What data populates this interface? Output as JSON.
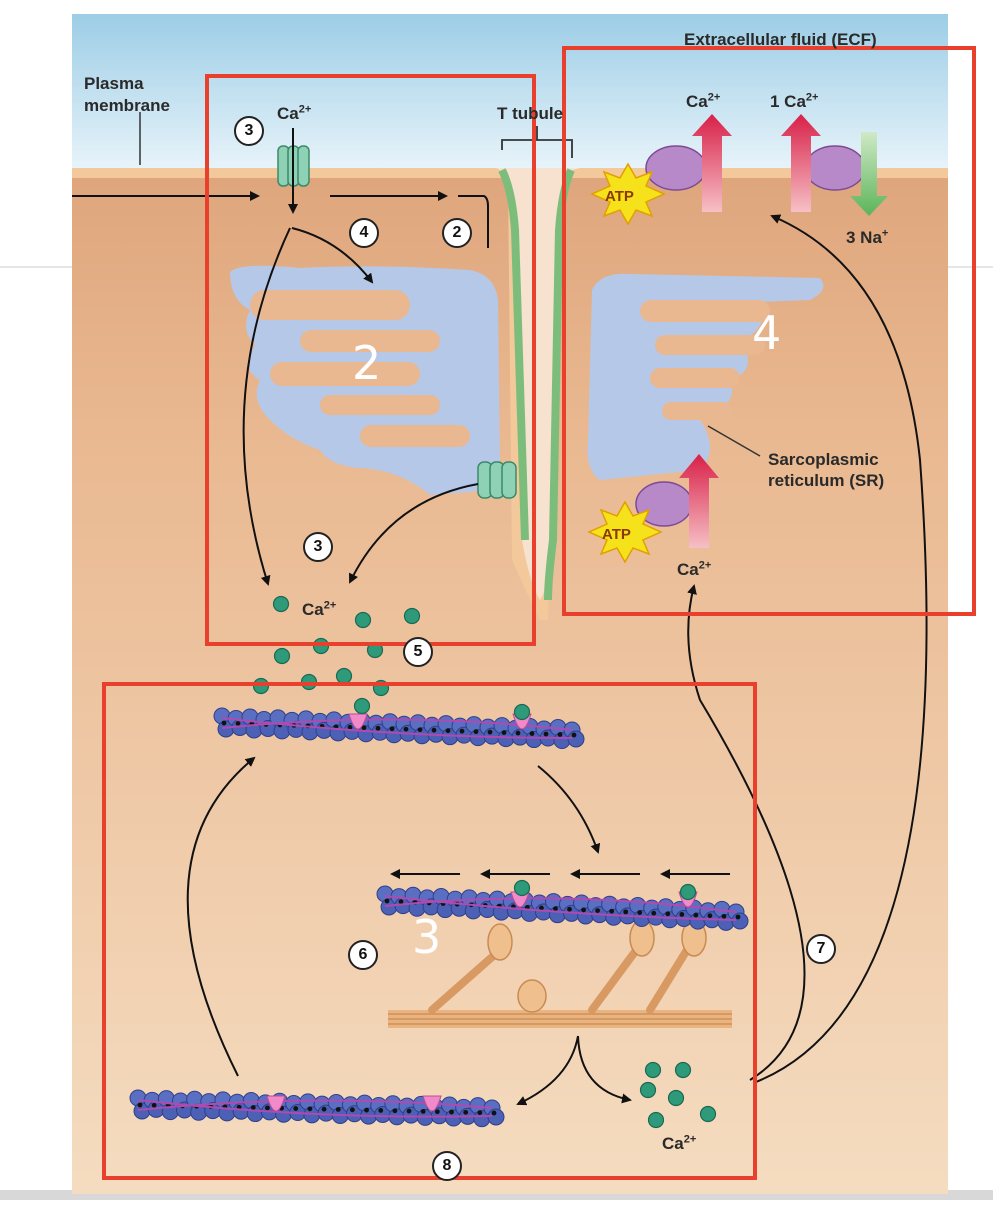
{
  "labels": {
    "ecf": "Extracellular fluid (ECF)",
    "plasma_membrane_1": "Plasma",
    "plasma_membrane_2": "membrane",
    "t_tubule": "T tubule",
    "ca_ion": "Ca",
    "ca_charge": "2+",
    "one_ca": "1 Ca",
    "three_na": "3 Na",
    "na_charge": "+",
    "atp": "ATP",
    "sr_1": "Sarcoplasmic",
    "sr_2": "reticulum (SR)"
  },
  "step_numbers": [
    "3",
    "4",
    "2",
    "3",
    "5",
    "6",
    "7",
    "8"
  ],
  "handwritten": {
    "a": "2",
    "b": "4",
    "c": "3"
  },
  "colors": {
    "ecf_blue": "#d8ecf7",
    "cytoplasm": "#e9b98f",
    "sr_blue": "#b3c6e6",
    "t_tubule_green": "#8cc98a",
    "highlight_box": "#e8402c",
    "calcium_ion": "#2e9a7a",
    "pump": "#b889c9",
    "arrow_red": "#d9304d",
    "atp_yellow": "#f6e21a"
  }
}
